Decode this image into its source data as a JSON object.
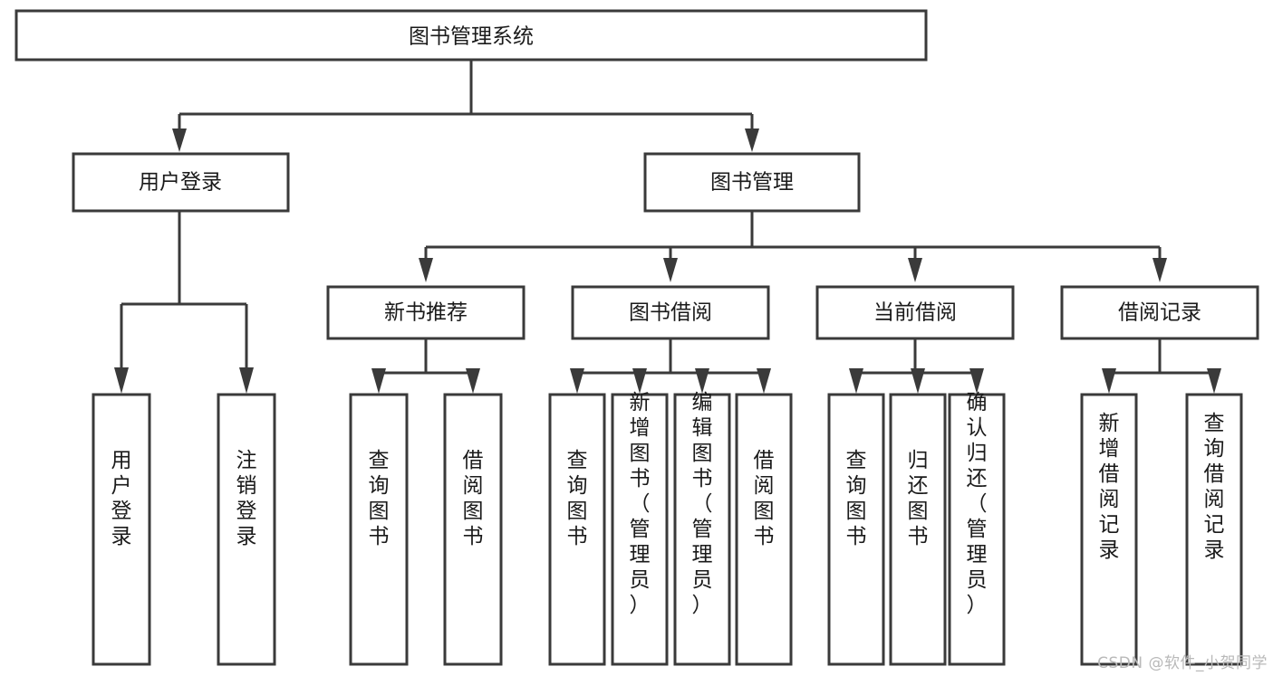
{
  "diagram": {
    "title": "图书管理系统",
    "type": "tree",
    "watermark": "CSDN @软件_小贺同学",
    "colors": {
      "box_stroke": "#3a3a3a",
      "box_fill": "#ffffff",
      "text": "#1a1a1a",
      "connector": "#3a3a3a",
      "watermark": "#b9b9b9",
      "background": "#ffffff"
    },
    "levels": {
      "root": {
        "label": "图书管理系统"
      },
      "level2": [
        {
          "label": "用户登录"
        },
        {
          "label": "图书管理"
        }
      ],
      "level3": [
        {
          "label": "新书推荐"
        },
        {
          "label": "图书借阅"
        },
        {
          "label": "当前借阅"
        },
        {
          "label": "借阅记录"
        }
      ],
      "leaves": {
        "user_login": [
          {
            "label": "用户登录"
          },
          {
            "label": "注销登录"
          }
        ],
        "new_book_recommend": [
          {
            "label": "查询图书"
          },
          {
            "label": "借阅图书"
          }
        ],
        "book_borrow": [
          {
            "label": "查询图书"
          },
          {
            "label": "新增图书（管理员）"
          },
          {
            "label": "编辑图书（管理员）"
          },
          {
            "label": "借阅图书"
          }
        ],
        "current_borrow": [
          {
            "label": "查询图书"
          },
          {
            "label": "归还图书"
          },
          {
            "label": "确认归还（管理员）"
          }
        ],
        "borrow_record": [
          {
            "label": "新增借阅记录"
          },
          {
            "label": "查询借阅记录"
          }
        ]
      }
    }
  }
}
